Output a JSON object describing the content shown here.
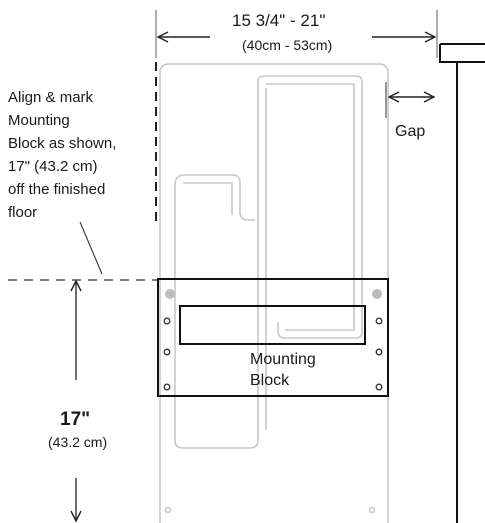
{
  "labels": {
    "width_main": "15 3/4\"  -  21\"",
    "width_metric": "(40cm - 53cm)",
    "gap": "Gap",
    "instruction_lines": [
      "Align & mark",
      "Mounting",
      "Block as shown,",
      "17\" (43.2 cm)",
      "off the finished",
      "floor"
    ],
    "block_line1": "Mounting",
    "block_line2": "Block",
    "height_main": "17\"",
    "height_metric": "(43.2 cm)"
  }
}
